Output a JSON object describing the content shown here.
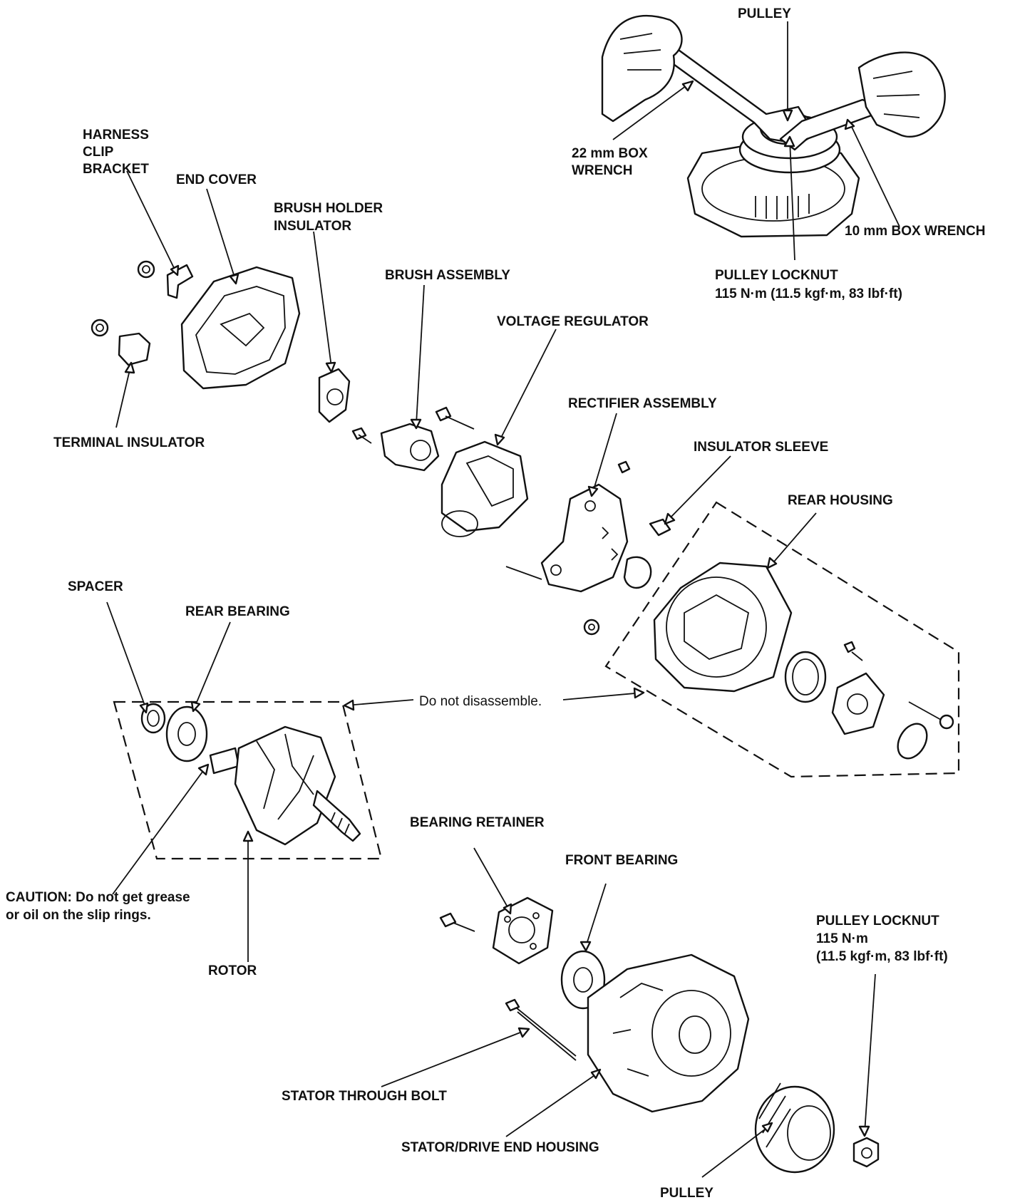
{
  "diagram": {
    "labels": {
      "pulley_top": "PULLEY",
      "harness_clip_bracket": [
        "HARNESS",
        "CLIP",
        "BRACKET"
      ],
      "end_cover": "END COVER",
      "box_wrench_22": [
        "22 mm BOX",
        "WRENCH"
      ],
      "brush_holder_insulator": [
        "BRUSH HOLDER",
        "INSULATOR"
      ],
      "box_wrench_10": "10 mm BOX WRENCH",
      "pulley_locknut_top": [
        "PULLEY LOCKNUT",
        "115 N·m (11.5 kgf·m, 83 lbf·ft)"
      ],
      "brush_assembly": "BRUSH ASSEMBLY",
      "voltage_regulator": "VOLTAGE REGULATOR",
      "rectifier_assembly": "RECTIFIER ASSEMBLY",
      "terminal_insulator": "TERMINAL INSULATOR",
      "insulator_sleeve": "INSULATOR SLEEVE",
      "rear_housing": "REAR HOUSING",
      "spacer": "SPACER",
      "rear_bearing": "REAR BEARING",
      "do_not_disassemble": "Do not disassemble.",
      "bearing_retainer": "BEARING RETAINER",
      "front_bearing": "FRONT BEARING",
      "caution": [
        "CAUTION:  Do not get grease",
        "or oil on the slip rings."
      ],
      "pulley_locknut_bottom": [
        "PULLEY LOCKNUT",
        "115 N·m",
        "(11.5 kgf·m, 83 lbf·ft)"
      ],
      "rotor": "ROTOR",
      "stator_through_bolt": "STATOR THROUGH BOLT",
      "stator_drive_end_housing": "STATOR/DRIVE END HOUSING",
      "pulley_bottom": "PULLEY"
    }
  }
}
